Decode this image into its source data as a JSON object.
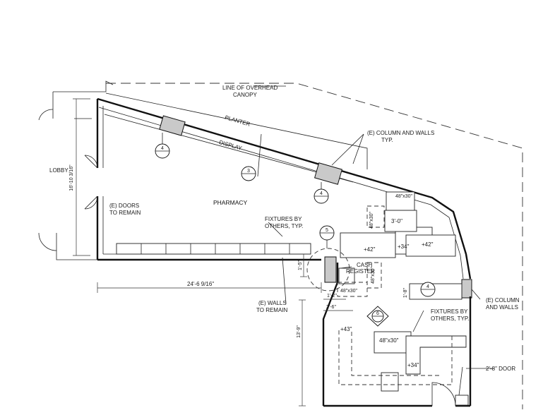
{
  "labels": {
    "line_of_canopy_1": "LINE OF OVERHEAD",
    "line_of_canopy_2": "CANOPY",
    "planter": "PLANTER",
    "display": "DISPLAY",
    "column_walls_top_1": "(E) COLUMN AND WALLS",
    "column_walls_top_2": "TYP.",
    "lobby": "LOBBY",
    "doors_remain_1": "(E) DOORS",
    "doors_remain_2": "TO REMAIN",
    "pharmacy": "PHARMACY",
    "fixtures_top_1": "FIXTURES BY",
    "fixtures_top_2": "OTHERS, TYP.",
    "cash_register_1": "CASH",
    "cash_register_2": "REGISTER",
    "walls_remain_1": "(E) WALLS",
    "walls_remain_2": "TO REMAIN",
    "column_walls_right_1": "(E) COLUMN",
    "column_walls_right_2": "AND WALLS",
    "fixtures_right_1": "FIXTURES BY",
    "fixtures_right_2": "OTHERS, TYP.",
    "door_28": "2'-8\" DOOR"
  },
  "dimensions": {
    "height_left": "16'-10 3/16\"",
    "width_main": "24'-6 9/16\"",
    "d_1_5": "1'-5\"",
    "d_1_2": "1'-2\"",
    "d_2_6": "2'-6\"",
    "d_13_9": "13'-9\"",
    "d_1_8": "1'-8\"",
    "d_3_0": "3'-0\""
  },
  "fixtures": {
    "h42_a": "+42\"",
    "h34_a": "+34\"",
    "h42_b": "+42\"",
    "h43": "+43\"",
    "h34_b": "+34\"",
    "size_48x30_a": "48\"x30\"",
    "size_48x30_b": "48\"x30\"",
    "size_48x30_c": "48\"x30\"",
    "size_48x30_d": "48\"x30\"",
    "size_48x30_e": "48\"x30\""
  },
  "tags": {
    "t4_a": "4",
    "t3": "3",
    "t4_b": "4",
    "t5": "5",
    "t6": "6",
    "t4_c": "4"
  }
}
